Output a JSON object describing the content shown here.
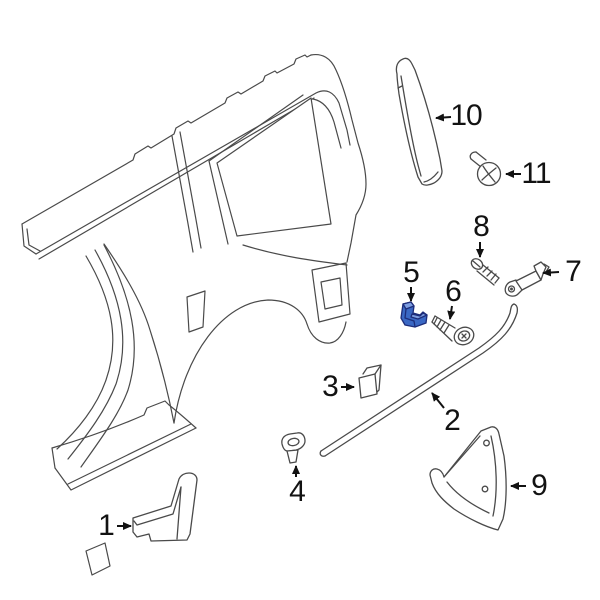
{
  "diagram": {
    "kind": "exploded-parts-diagram",
    "background_color": "#ffffff",
    "drawing_line_color": "#4a4a4a",
    "callout_color": "#121212",
    "selected_part_label": "5",
    "highlight_fill": "#3a68c4",
    "highlight_top_fill": "#7d9de0",
    "highlight_outline": "#1d2d7a",
    "callouts": [
      {
        "label": "1"
      },
      {
        "label": "2"
      },
      {
        "label": "3"
      },
      {
        "label": "4"
      },
      {
        "label": "5"
      },
      {
        "label": "6"
      },
      {
        "label": "7"
      },
      {
        "label": "8"
      },
      {
        "label": "9"
      },
      {
        "label": "10"
      },
      {
        "label": "11"
      }
    ]
  }
}
